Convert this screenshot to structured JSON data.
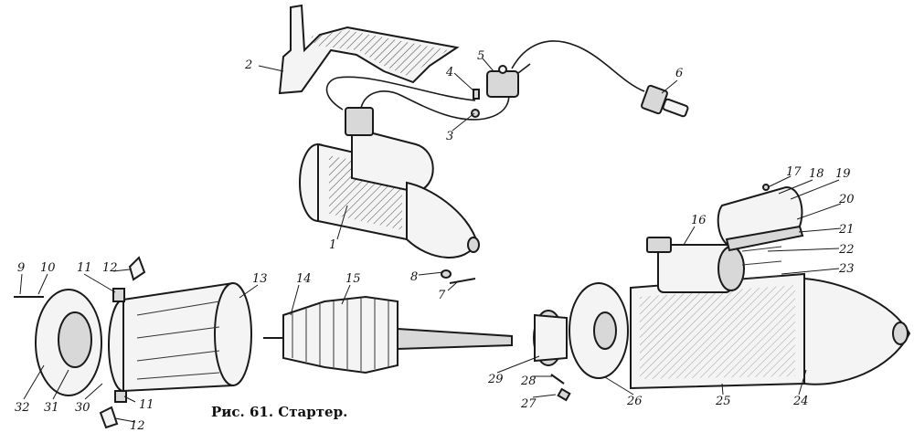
{
  "caption": "Рис. 61. Стартер.",
  "labels": [
    "1",
    "2",
    "3",
    "4",
    "5",
    "6",
    "7",
    "8",
    "9",
    "10",
    "11",
    "11",
    "12",
    "12",
    "13",
    "14",
    "15",
    "16",
    "17",
    "18",
    "19",
    "20",
    "21",
    "22",
    "23",
    "24",
    "25",
    "26",
    "27",
    "28",
    "29",
    "30",
    "31",
    "32"
  ]
}
